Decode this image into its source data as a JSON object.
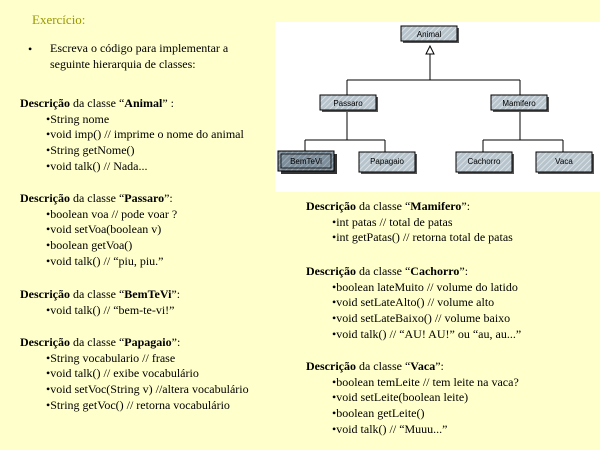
{
  "heading": "Exercício:",
  "intro": {
    "bullet": "•",
    "text": "Escreva o código para implementar a seguinte hierarquia de classes:"
  },
  "diagram": {
    "root": "Animal",
    "mid": [
      "Passaro",
      "Mamifero"
    ],
    "leaves": [
      "BemTeVi",
      "Papagaio",
      "Cachorro",
      "Vaca"
    ]
  },
  "classes": {
    "animal": {
      "prefix": "Descrição",
      "middle": " da classe “",
      "name": "Animal",
      "suffix": "” :",
      "items": [
        "•String nome",
        "•void imp() // imprime o nome do animal",
        "•String getNome()",
        "•void  talk() // Nada..."
      ]
    },
    "passaro": {
      "prefix": "Descrição",
      "middle": " da classe “",
      "name": "Passaro",
      "suffix": "”:",
      "items": [
        "•boolean voa        // pode voar ?",
        "•void setVoa(boolean v)",
        "•boolean getVoa()",
        "•void talk() // “piu, piu.”"
      ]
    },
    "bemtevi": {
      "prefix": "Descrição",
      "middle": " da classe “",
      "name": "BemTeVi",
      "suffix": "”:",
      "items": [
        "•void talk() // “bem-te-vi!”"
      ]
    },
    "papagaio": {
      "prefix": "Descrição",
      "middle": " da classe “",
      "name": "Papagaio",
      "suffix": "”:",
      "items": [
        "•String vocabulario  // frase",
        "•void talk() // exibe vocabulário",
        "•void setVoc(String v) //altera vocabulário",
        "•String getVoc()       // retorna vocabulário"
      ]
    },
    "mamifero": {
      "prefix": "Descrição",
      "middle": " da classe “",
      "name": "Mamifero",
      "suffix": "”:",
      "items": [
        "•int patas              // total de patas",
        "•int getPatas()          // retorna total de patas"
      ]
    },
    "cachorro": {
      "prefix": "Descrição",
      "middle": " da classe “",
      "name": "Cachorro",
      "suffix": "”:",
      "items": [
        "•boolean lateMuito   // volume do latido",
        "•void setLateAlto()    // volume alto",
        "•void setLateBaixo()  // volume baixo",
        "•void talk()  // “AU! AU!” ou “au, au...”"
      ]
    },
    "vaca": {
      "prefix": "Descrição",
      "middle": " da classe “",
      "name": "Vaca",
      "suffix": "”:",
      "items": [
        "•boolean temLeite   // tem leite na vaca?",
        "•void setLeite(boolean leite)",
        "•boolean getLeite()",
        "•void talk() // “Muuu...”"
      ]
    }
  },
  "colors": {
    "background": "#ffffcc",
    "heading": "#999900",
    "box_fill": "#b8c4cc",
    "box_selected": "#7d8d99"
  }
}
